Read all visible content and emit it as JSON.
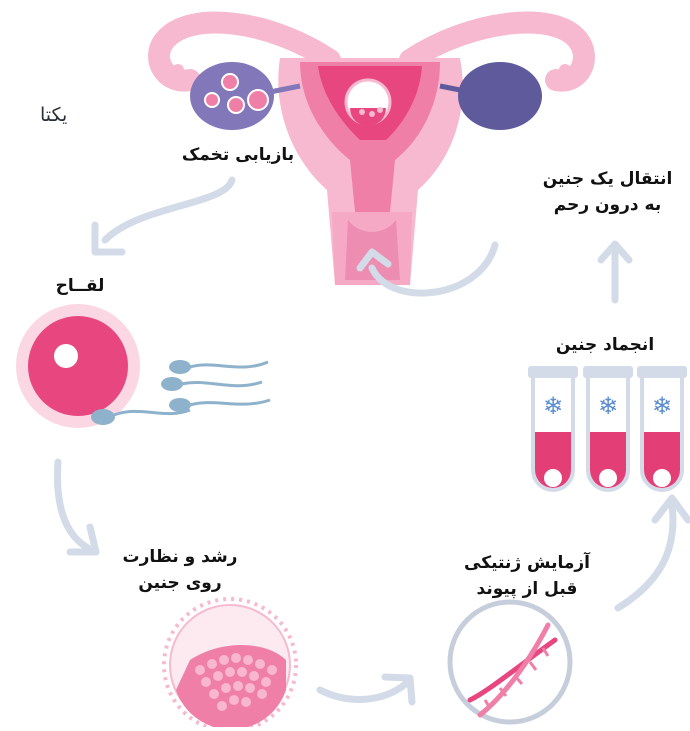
{
  "logo": {
    "text": "یکتا",
    "accent": "#f2a23a"
  },
  "steps": {
    "egg_retrieval": "بازیابی تخمک",
    "fertilization": "لقــاح",
    "embryo_growth_line1": "رشد و نظارت",
    "embryo_growth_line2": "روی جنین",
    "genetic_testing_line1": "آزمایش ژنتیکی",
    "genetic_testing_line2": "قبل از پیوند",
    "embryo_freezing": "انجماد جنین",
    "transfer_line1": "انتقال یک جنین",
    "transfer_line2": "به درون رحم"
  },
  "colors": {
    "uterus_light": "#f6b9cf",
    "uterus_mid": "#f07fa8",
    "uterus_dark": "#e8467f",
    "ovary": "#8277b8",
    "ovary_dark": "#5f5a9c",
    "arrow": "#d3dbe8",
    "sperm": "#8fb2cc",
    "frost": "#5b8bd0",
    "tube_liquid": "#e43e77"
  },
  "icons": [
    "uterus-icon",
    "egg-cell-icon",
    "sperm-icon",
    "blastocyst-icon",
    "dna-icon",
    "test-tube-icon",
    "snowflake-icon"
  ]
}
